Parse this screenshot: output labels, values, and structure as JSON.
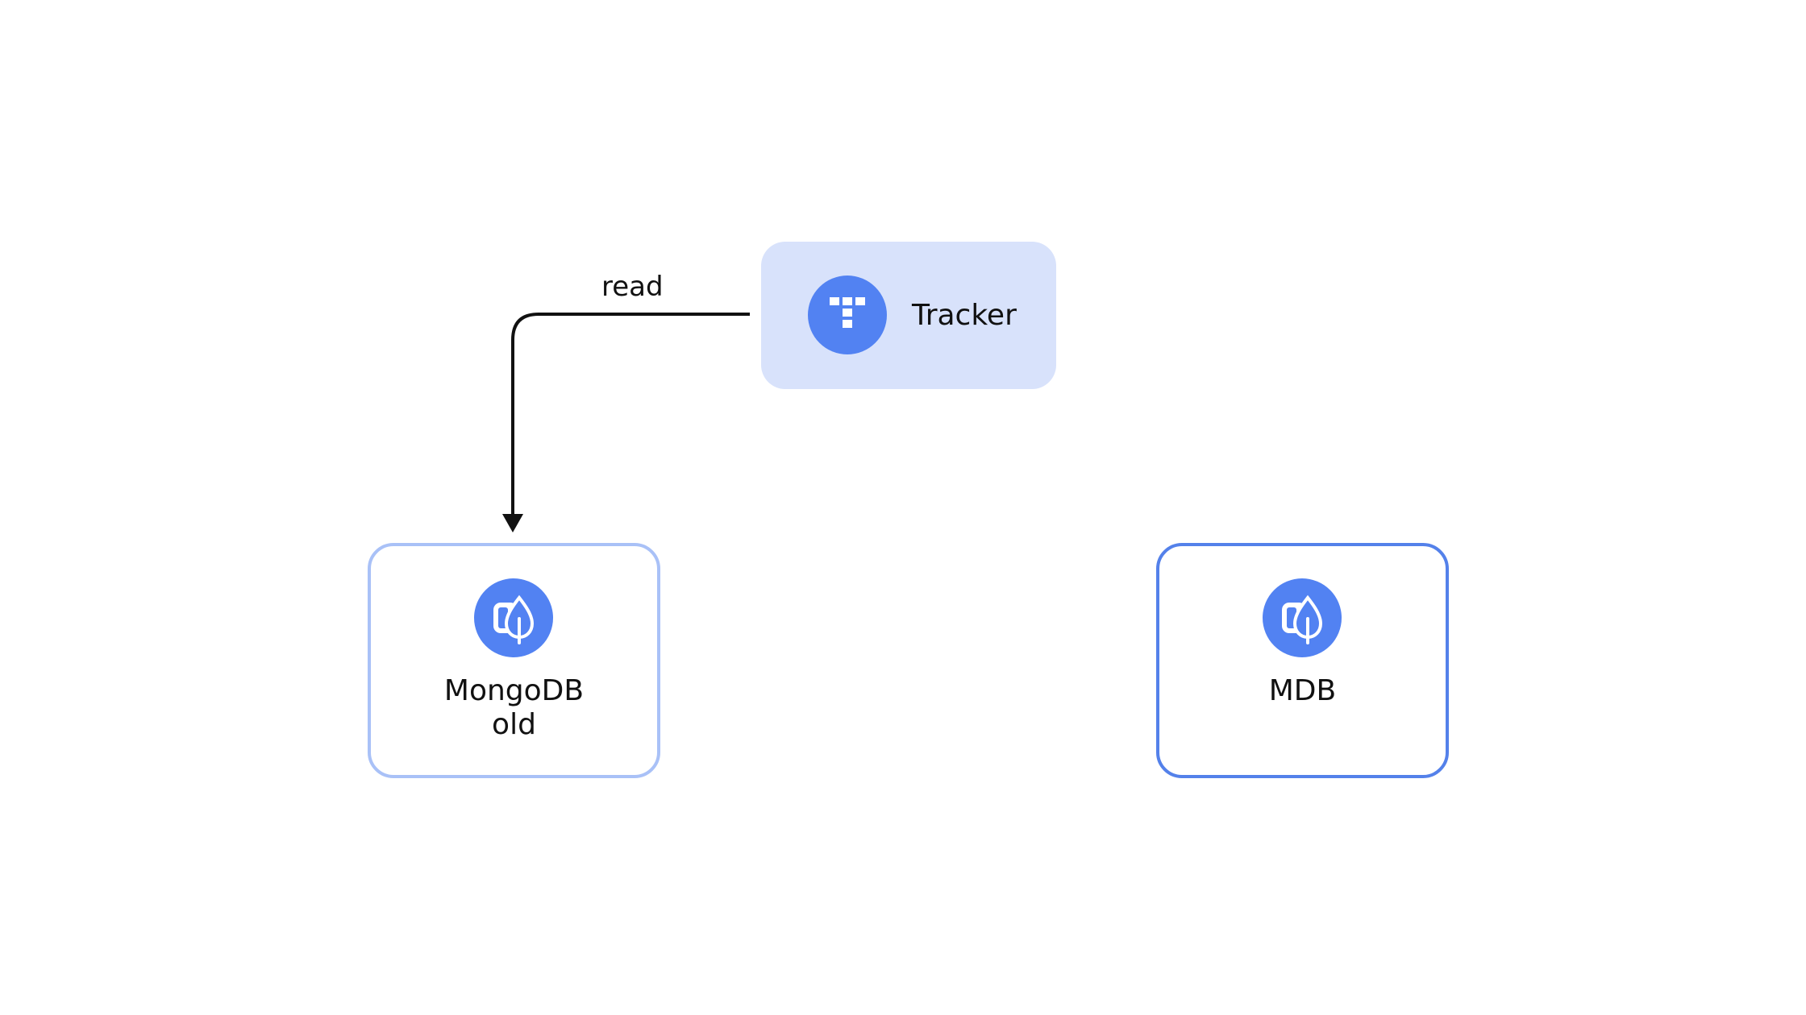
{
  "diagram": {
    "nodes": {
      "tracker": {
        "label": "Tracker",
        "icon": "tracker-icon",
        "style": "filled",
        "fill_color": "#d8e2fb"
      },
      "mongodb_old": {
        "label_lines": [
          "MongoDB",
          "old"
        ],
        "icon": "mongodb-leaf-icon",
        "style": "outlined",
        "border_color": "#a9c1f7"
      },
      "mdb": {
        "label": "MDB",
        "icon": "mongodb-leaf-icon",
        "style": "outlined",
        "border_color": "#5481ea"
      }
    },
    "edges": [
      {
        "from": "Tracker",
        "to": "MongoDB old",
        "label": "read",
        "arrow": "end"
      }
    ],
    "colors": {
      "icon_circle": "#5282f2",
      "edge": "#111111",
      "background": "#ffffff"
    }
  }
}
